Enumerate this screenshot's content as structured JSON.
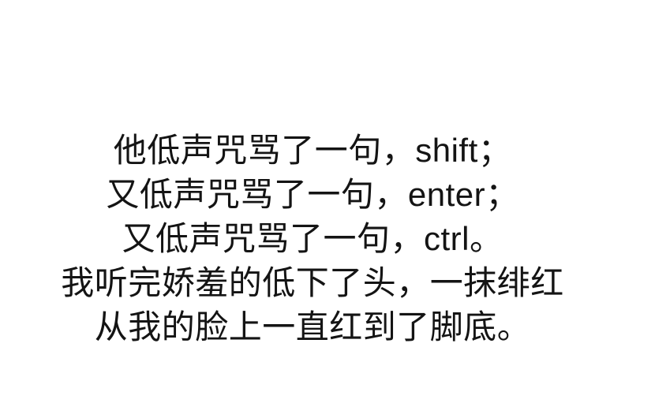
{
  "page": {
    "background_color": "#ffffff",
    "text_color": "#141414"
  },
  "poem": {
    "lines": [
      "他低声咒骂了一句，shift；",
      "又低声咒骂了一句，enter；",
      "又低声咒骂了一句，ctrl。",
      "我听完娇羞的低下了头，一抹绯红",
      "从我的脸上一直红到了脚底。"
    ]
  }
}
